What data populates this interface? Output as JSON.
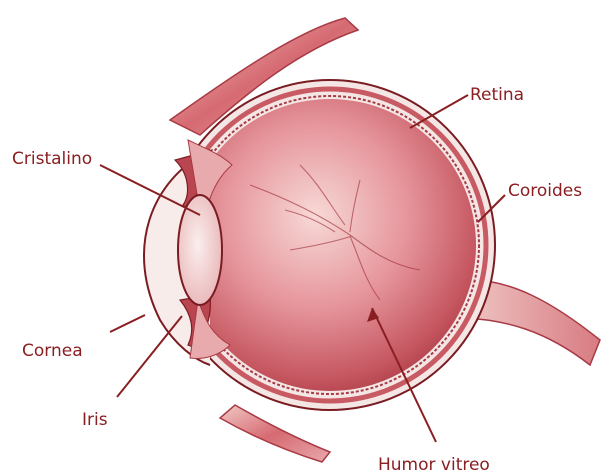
{
  "diagram": {
    "labels": {
      "retina": "Retina",
      "cristalino": "Cristalino",
      "coroides": "Coroides",
      "cornea": "Cornea",
      "iris": "Iris",
      "humor_vitreo": "Humor vitreo"
    },
    "colors": {
      "label_text": "#8a1f22",
      "eye_inner_light": "#f7d9d6",
      "eye_inner_mid": "#d9707a",
      "eye_inner_dark": "#b2404a",
      "sclera": "#f4e6e4",
      "muscle": "#c9525b",
      "outline": "#7a1c22"
    }
  }
}
